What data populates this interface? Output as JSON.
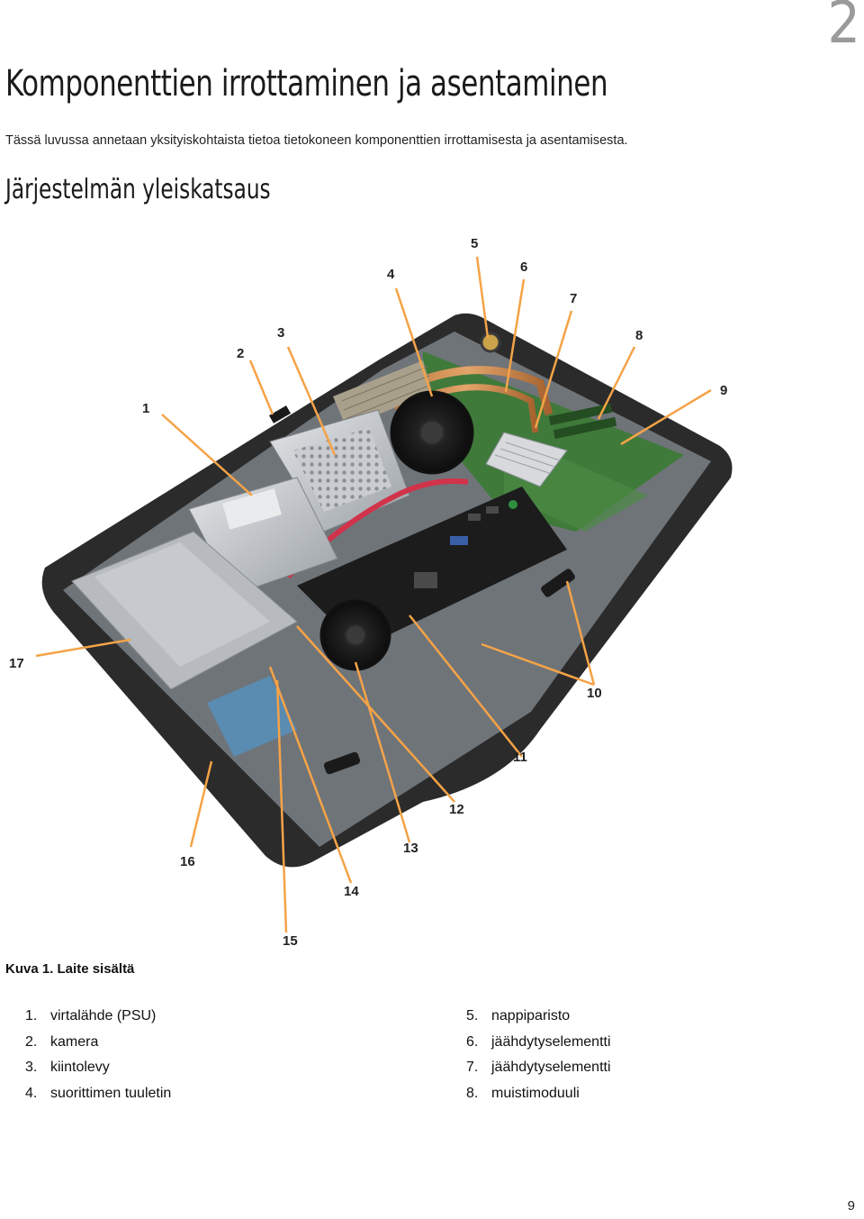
{
  "chapter_number": "2",
  "title": "Komponenttien irrottaminen ja asentaminen",
  "intro": "Tässä luvussa annetaan yksityiskohtaista tietoa tietokoneen komponenttien irrottamisesta ja asentamisesta.",
  "section_title": "Järjestelmän yleiskatsaus",
  "figure": {
    "callouts": [
      "1",
      "2",
      "3",
      "4",
      "5",
      "6",
      "7",
      "8",
      "9",
      "10",
      "11",
      "12",
      "13",
      "14",
      "15",
      "16",
      "17"
    ],
    "caption": "Kuva 1. Laite sisältä"
  },
  "parts_left": [
    {
      "num": "1.",
      "label": "virtalähde (PSU)"
    },
    {
      "num": "2.",
      "label": "kamera"
    },
    {
      "num": "3.",
      "label": "kiintolevy"
    },
    {
      "num": "4.",
      "label": "suorittimen tuuletin"
    }
  ],
  "parts_right": [
    {
      "num": "5.",
      "label": "nappiparisto"
    },
    {
      "num": "6.",
      "label": "jäähdytyselementti"
    },
    {
      "num": "7.",
      "label": "jäähdytyselementti"
    },
    {
      "num": "8.",
      "label": "muistimoduuli"
    }
  ],
  "page_number": "9",
  "colors": {
    "leader": "#f5a347",
    "chassis": "#2b2b2b",
    "board": "#3f7a3a"
  }
}
